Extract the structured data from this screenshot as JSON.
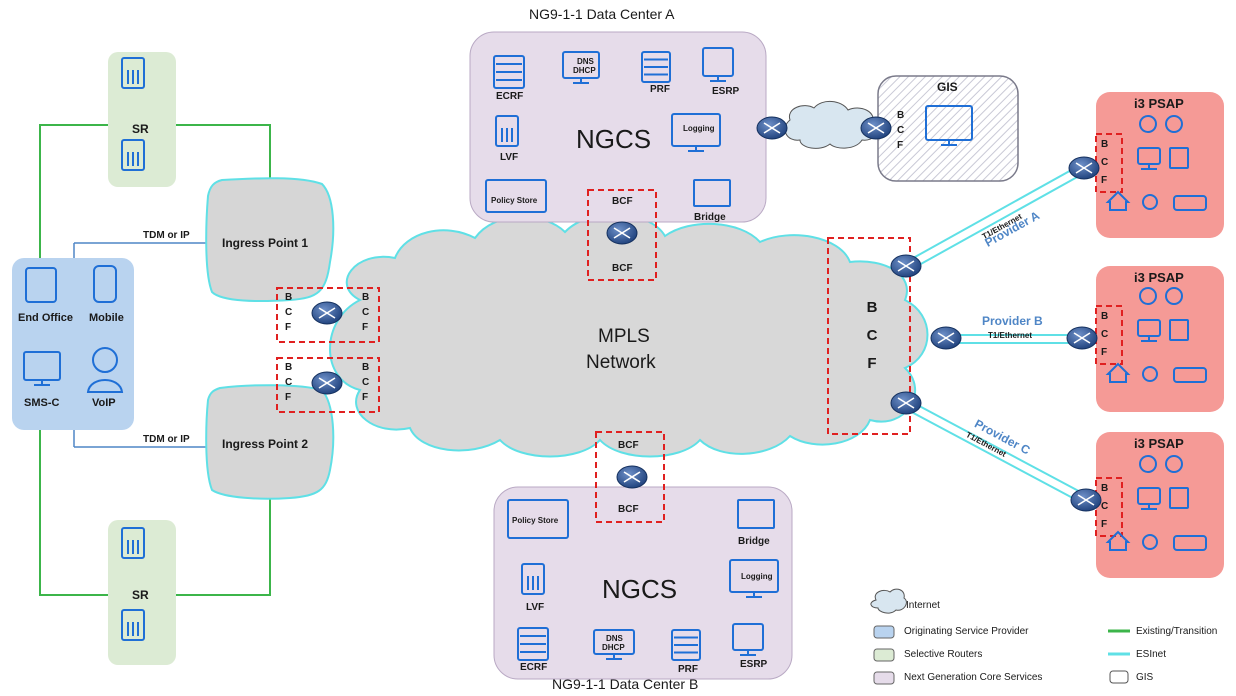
{
  "titles": {
    "data_center_a": "NG9-1-1 Data Center A",
    "data_center_b": "NG9-1-1 Data Center B"
  },
  "dc_a": {
    "ngcs": "NGCS",
    "ecrf": "ECRF",
    "dns_dhcp_1": "DNS",
    "dns_dhcp_2": "DHCP",
    "prf": "PRF",
    "esrp": "ESRP",
    "lvf": "LVF",
    "logging": "Logging",
    "policy_store": "Policy Store",
    "bridge": "Bridge",
    "bcf_top": "BCF",
    "bcf_bottom": "BCF"
  },
  "dc_b": {
    "ngcs": "NGCS",
    "ecrf": "ECRF",
    "dns_dhcp_1": "DNS",
    "dns_dhcp_2": "DHCP",
    "prf": "PRF",
    "esrp": "ESRP",
    "lvf": "LVF",
    "logging": "Logging",
    "policy_store": "Policy Store",
    "bridge": "Bridge",
    "bcf_top": "BCF",
    "bcf_bottom": "BCF"
  },
  "gis": {
    "title": "GIS",
    "b": "B",
    "c": "C",
    "f": "F"
  },
  "originating": {
    "end_office": "End Office",
    "mobile": "Mobile",
    "sms_c": "SMS-C",
    "voip": "VoIP"
  },
  "selective_routers": {
    "top": "SR",
    "bottom": "SR"
  },
  "ingress": {
    "point1": "Ingress Point 1",
    "point2": "Ingress Point 2",
    "tdm1": "TDM or IP",
    "tdm2": "TDM or IP"
  },
  "network": {
    "line1": "MPLS",
    "line2": "Network",
    "b": "B",
    "c": "C",
    "f": "F"
  },
  "bcf_letters": {
    "b": "B",
    "c": "C",
    "f": "F"
  },
  "psaps": [
    {
      "title": "i3 PSAP",
      "provider": "Provider A",
      "link": "T1/Ethernet"
    },
    {
      "title": "i3 PSAP",
      "provider": "Provider B",
      "link": "T1/Ethernet"
    },
    {
      "title": "i3 PSAP",
      "provider": "Provider C",
      "link": "T1/Ethernet"
    }
  ],
  "legend": {
    "internet": "Internet",
    "osp": "Originating Service Provider",
    "sr": "Selective Routers",
    "ngcs": "Next Generation Core Services",
    "existing": "Existing/Transition",
    "esinet": "ESInet",
    "gis": "GIS"
  },
  "colors": {
    "esinet": "#5fe0e6",
    "existing": "#3cb54a",
    "ngcs_fill": "#e6dcea",
    "osp_fill": "#b9d3ef",
    "sr_fill": "#dcebd4",
    "psap_fill": "#f59a96",
    "cloud_fill": "#d8d8d8",
    "device_blue": "#1f6fd6",
    "bcf_red": "#e02020"
  }
}
